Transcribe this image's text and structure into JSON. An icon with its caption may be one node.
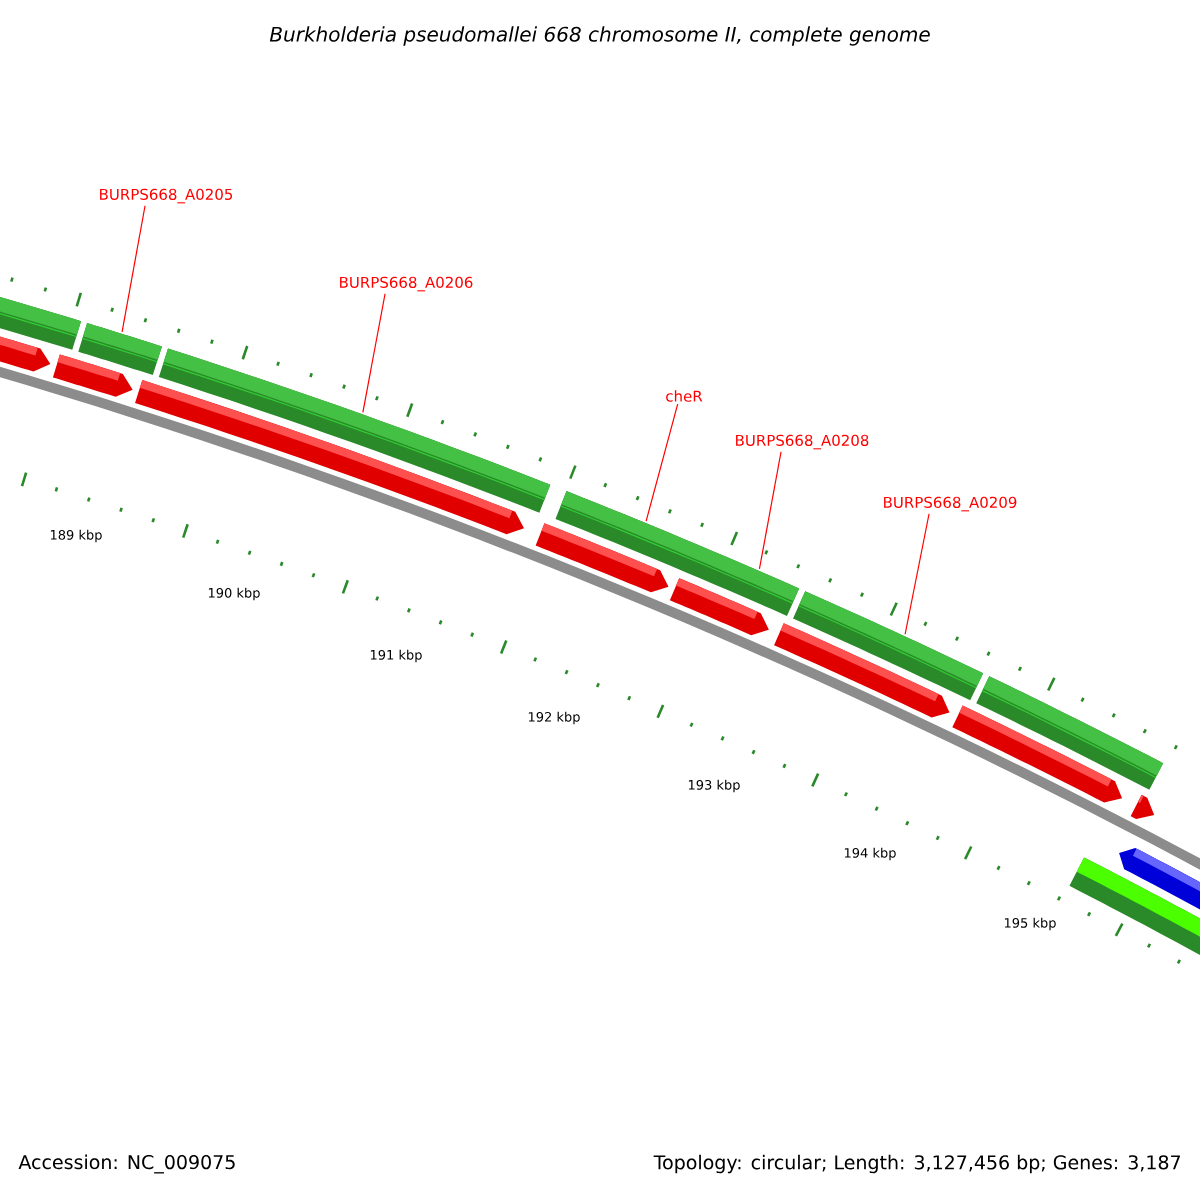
{
  "diagram": {
    "title": "Burkholderia pseudomallei 668 chromosome II, complete genome",
    "nodes": [
      {
        "text": [
          "BURPS668_A0205"
        ]
      },
      {
        "text": [
          "BURPS668_A0206"
        ]
      },
      {
        "text": [
          "cheR"
        ]
      },
      {
        "text": [
          "BURPS668_A0208"
        ]
      },
      {
        "text": [
          "BURPS668_A0209"
        ]
      },
      {
        "text": [],
        "shape": "bar"
      },
      {
        "text": [],
        "shape": "bar"
      },
      {
        "text": [],
        "shape": "bar"
      },
      {
        "text": [],
        "shape": "bar"
      },
      {
        "text": [],
        "shape": "bar"
      },
      {
        "text": [],
        "shape": "bar"
      }
    ],
    "edges": [
      {
        "from": 0,
        "to": 6,
        "arrow": "none"
      },
      {
        "from": 1,
        "to": 7,
        "arrow": "none"
      },
      {
        "from": 2,
        "to": 8,
        "arrow": "none"
      },
      {
        "from": 3,
        "to": 8,
        "arrow": "none"
      },
      {
        "from": 4,
        "to": 9,
        "arrow": "none"
      }
    ],
    "labels": [
      "189 kbp",
      "190 kbp",
      "191 kbp",
      "192 kbp",
      "193 kbp",
      "194 kbp",
      "195 kbp",
      "Accession: NC_009075",
      "Topology: circular; Length: 3,127,456 bp; Genes: 3,187"
    ]
  }
}
